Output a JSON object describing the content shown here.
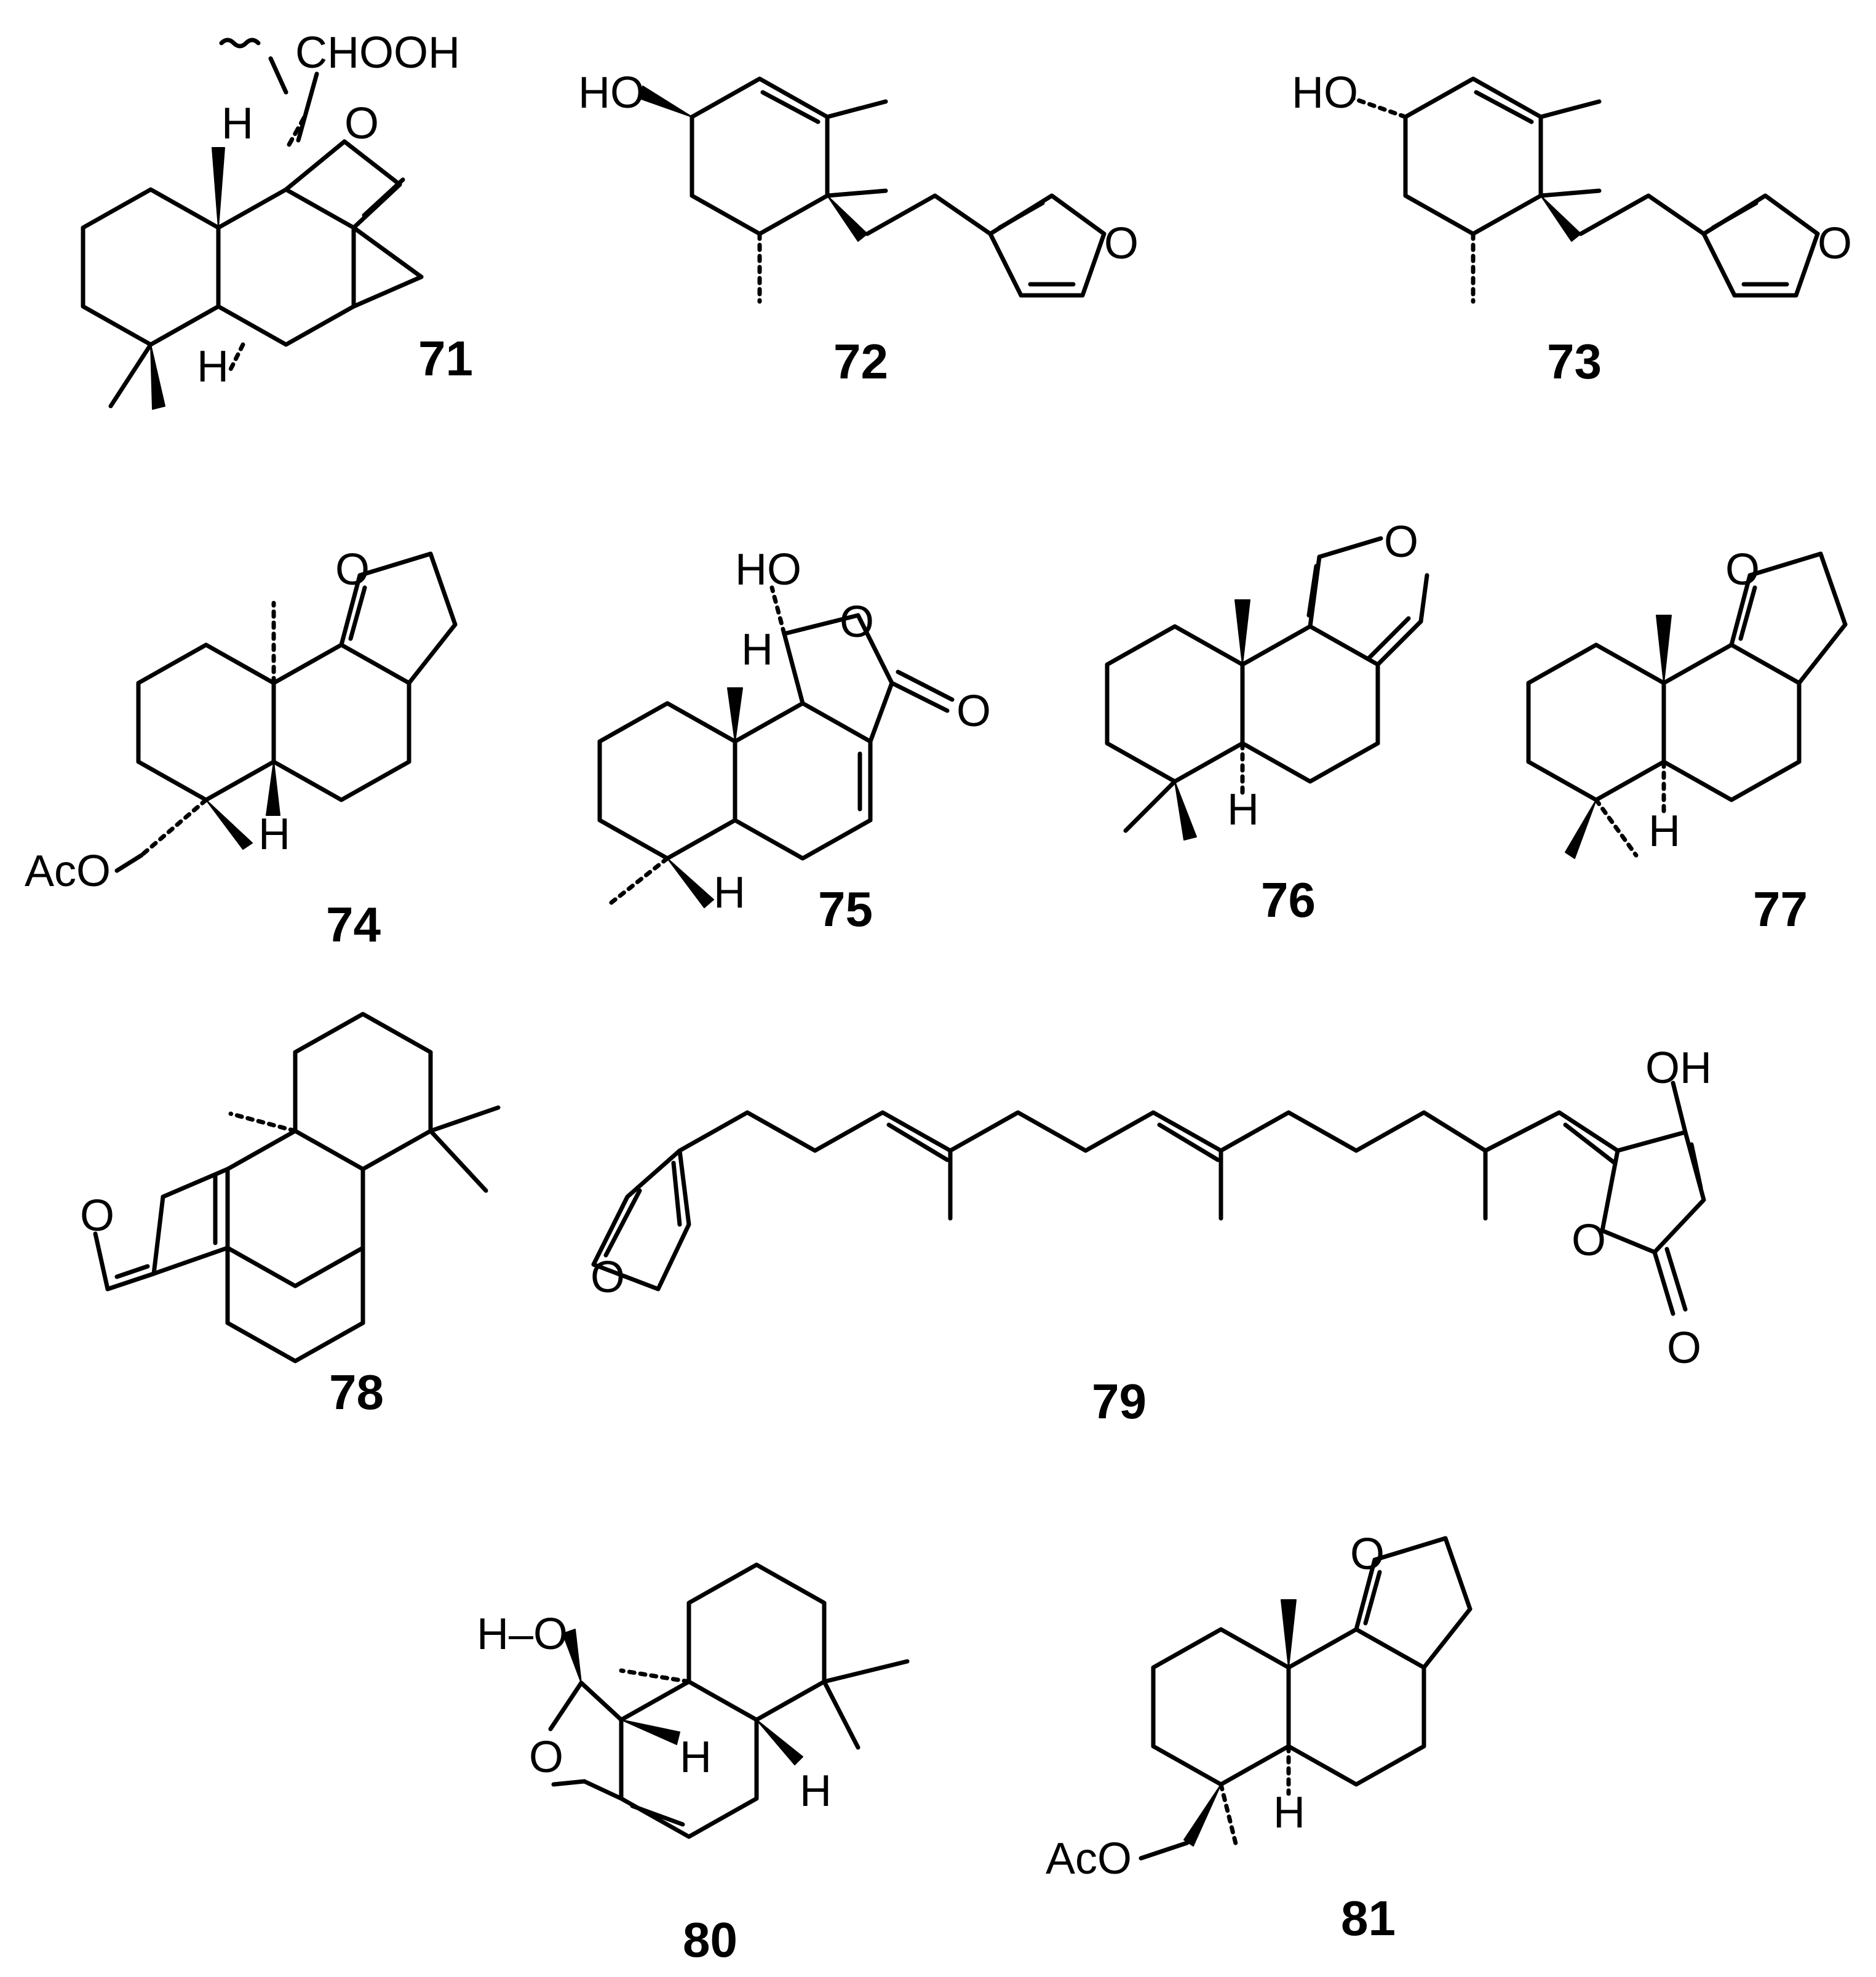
{
  "figure": {
    "compounds": [
      {
        "label": "71",
        "atoms": {
          "cooh": "CHOOH",
          "o": "O",
          "h1": "H",
          "h2": "H"
        }
      },
      {
        "label": "72",
        "atoms": {
          "ho": "HO",
          "o": "O"
        }
      },
      {
        "label": "73",
        "atoms": {
          "ho": "HO",
          "o": "O"
        }
      },
      {
        "label": "74",
        "atoms": {
          "o": "O",
          "h": "H",
          "aco": "AcO"
        }
      },
      {
        "label": "75",
        "atoms": {
          "ho": "HO",
          "h1": "H",
          "o1": "O",
          "o2": "O",
          "h2": "H"
        }
      },
      {
        "label": "76",
        "atoms": {
          "o": "O",
          "h": "H"
        }
      },
      {
        "label": "77",
        "atoms": {
          "o": "O",
          "h": "H"
        }
      },
      {
        "label": "78",
        "atoms": {
          "o": "O"
        }
      },
      {
        "label": "79",
        "atoms": {
          "o1": "O",
          "oh": "OH",
          "o2": "O",
          "o3": "O"
        }
      },
      {
        "label": "80",
        "atoms": {
          "ho": "H–O",
          "o": "O",
          "h1": "H",
          "h2": "H"
        }
      },
      {
        "label": "81",
        "atoms": {
          "o": "O",
          "h": "H",
          "aco": "AcO"
        }
      }
    ]
  }
}
